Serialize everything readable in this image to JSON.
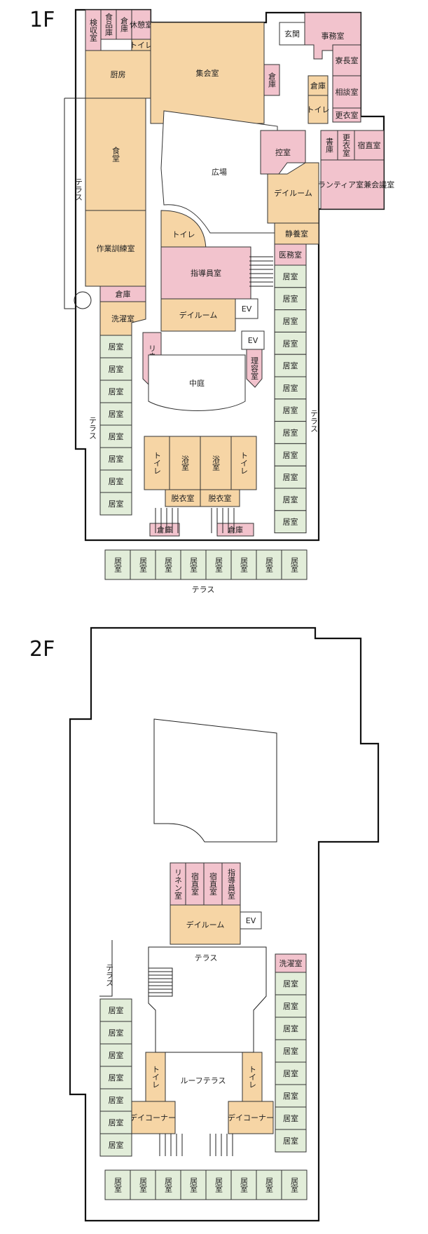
{
  "colors": {
    "residential": "#e2edd9",
    "common": "#f6d5a5",
    "staff": "#f2c3cd",
    "outline": "#111111",
    "background": "#ffffff"
  },
  "floors": [
    {
      "label": "1F",
      "rooms": [
        {
          "name": "検収室",
          "type": "staff"
        },
        {
          "name": "食品庫",
          "type": "staff"
        },
        {
          "name": "倉庫",
          "type": "staff"
        },
        {
          "name": "休憩室",
          "type": "staff"
        },
        {
          "name": "トイレ",
          "type": "common"
        },
        {
          "name": "厨房",
          "type": "common"
        },
        {
          "name": "集会室",
          "type": "common"
        },
        {
          "name": "倉庫",
          "type": "staff"
        },
        {
          "name": "玄関",
          "type": "none"
        },
        {
          "name": "事務室",
          "type": "staff"
        },
        {
          "name": "寮長室",
          "type": "staff"
        },
        {
          "name": "倉庫",
          "type": "common"
        },
        {
          "name": "トイレ",
          "type": "common"
        },
        {
          "name": "相談室",
          "type": "staff"
        },
        {
          "name": "更衣室",
          "type": "staff"
        },
        {
          "name": "食堂",
          "type": "common"
        },
        {
          "name": "広場",
          "type": "none"
        },
        {
          "name": "控室",
          "type": "staff"
        },
        {
          "name": "書庫",
          "type": "staff"
        },
        {
          "name": "更衣室",
          "type": "staff"
        },
        {
          "name": "宿直室",
          "type": "staff"
        },
        {
          "name": "ボランティア室兼会議室",
          "type": "staff"
        },
        {
          "name": "テラス",
          "type": "none"
        },
        {
          "name": "デイルーム",
          "type": "common"
        },
        {
          "name": "作業訓練室",
          "type": "common"
        },
        {
          "name": "トイレ",
          "type": "common"
        },
        {
          "name": "静養室",
          "type": "common"
        },
        {
          "name": "指導員室",
          "type": "staff"
        },
        {
          "name": "医務室",
          "type": "staff"
        },
        {
          "name": "倉庫",
          "type": "staff"
        },
        {
          "name": "EV",
          "type": "none"
        },
        {
          "name": "洗濯室",
          "type": "common"
        },
        {
          "name": "デイルーム",
          "type": "common"
        },
        {
          "name": "EV",
          "type": "none"
        },
        {
          "name": "リネン室",
          "type": "staff"
        },
        {
          "name": "理容室",
          "type": "staff"
        },
        {
          "name": "中庭",
          "type": "none"
        },
        {
          "name": "テラス",
          "type": "none"
        },
        {
          "name": "テラス",
          "type": "none"
        },
        {
          "name": "トイレ",
          "type": "common"
        },
        {
          "name": "浴室",
          "type": "common"
        },
        {
          "name": "浴室",
          "type": "common"
        },
        {
          "name": "トイレ",
          "type": "common"
        },
        {
          "name": "脱衣室",
          "type": "common"
        },
        {
          "name": "脱衣室",
          "type": "common"
        },
        {
          "name": "倉庫",
          "type": "staff"
        },
        {
          "name": "倉庫",
          "type": "staff"
        },
        {
          "name": "テラス",
          "type": "none"
        }
      ],
      "left_rooms": [
        "居室",
        "居室",
        "居室",
        "居室",
        "居室",
        "居室",
        "居室",
        "居室"
      ],
      "right_rooms": [
        "居室",
        "居室",
        "居室",
        "居室",
        "居室",
        "居室",
        "居室",
        "居室",
        "居室",
        "居室",
        "居室",
        "居室"
      ],
      "bottom_rooms": [
        "居室",
        "居室",
        "居室",
        "居室",
        "居室",
        "居室",
        "居室",
        "居室"
      ]
    },
    {
      "label": "2F",
      "rooms": [
        {
          "name": "リネン室",
          "type": "staff"
        },
        {
          "name": "宿直室",
          "type": "staff"
        },
        {
          "name": "宿直室",
          "type": "staff"
        },
        {
          "name": "指導員室",
          "type": "staff"
        },
        {
          "name": "デイルーム",
          "type": "common"
        },
        {
          "name": "EV",
          "type": "none"
        },
        {
          "name": "テラス",
          "type": "none"
        },
        {
          "name": "テラス",
          "type": "none"
        },
        {
          "name": "洗濯室",
          "type": "staff"
        },
        {
          "name": "トイレ",
          "type": "common"
        },
        {
          "name": "ルーフテラス",
          "type": "none"
        },
        {
          "name": "トイレ",
          "type": "common"
        },
        {
          "name": "デイコーナー",
          "type": "common"
        },
        {
          "name": "デイコーナー",
          "type": "common"
        }
      ],
      "left_rooms": [
        "居室",
        "居室",
        "居室",
        "居室",
        "居室",
        "居室",
        "居室"
      ],
      "right_rooms": [
        "居室",
        "居室",
        "居室",
        "居室",
        "居室",
        "居室",
        "居室",
        "居室"
      ],
      "bottom_rooms": [
        "居室",
        "居室",
        "居室",
        "居室",
        "居室",
        "居室",
        "居室",
        "居室"
      ]
    }
  ]
}
